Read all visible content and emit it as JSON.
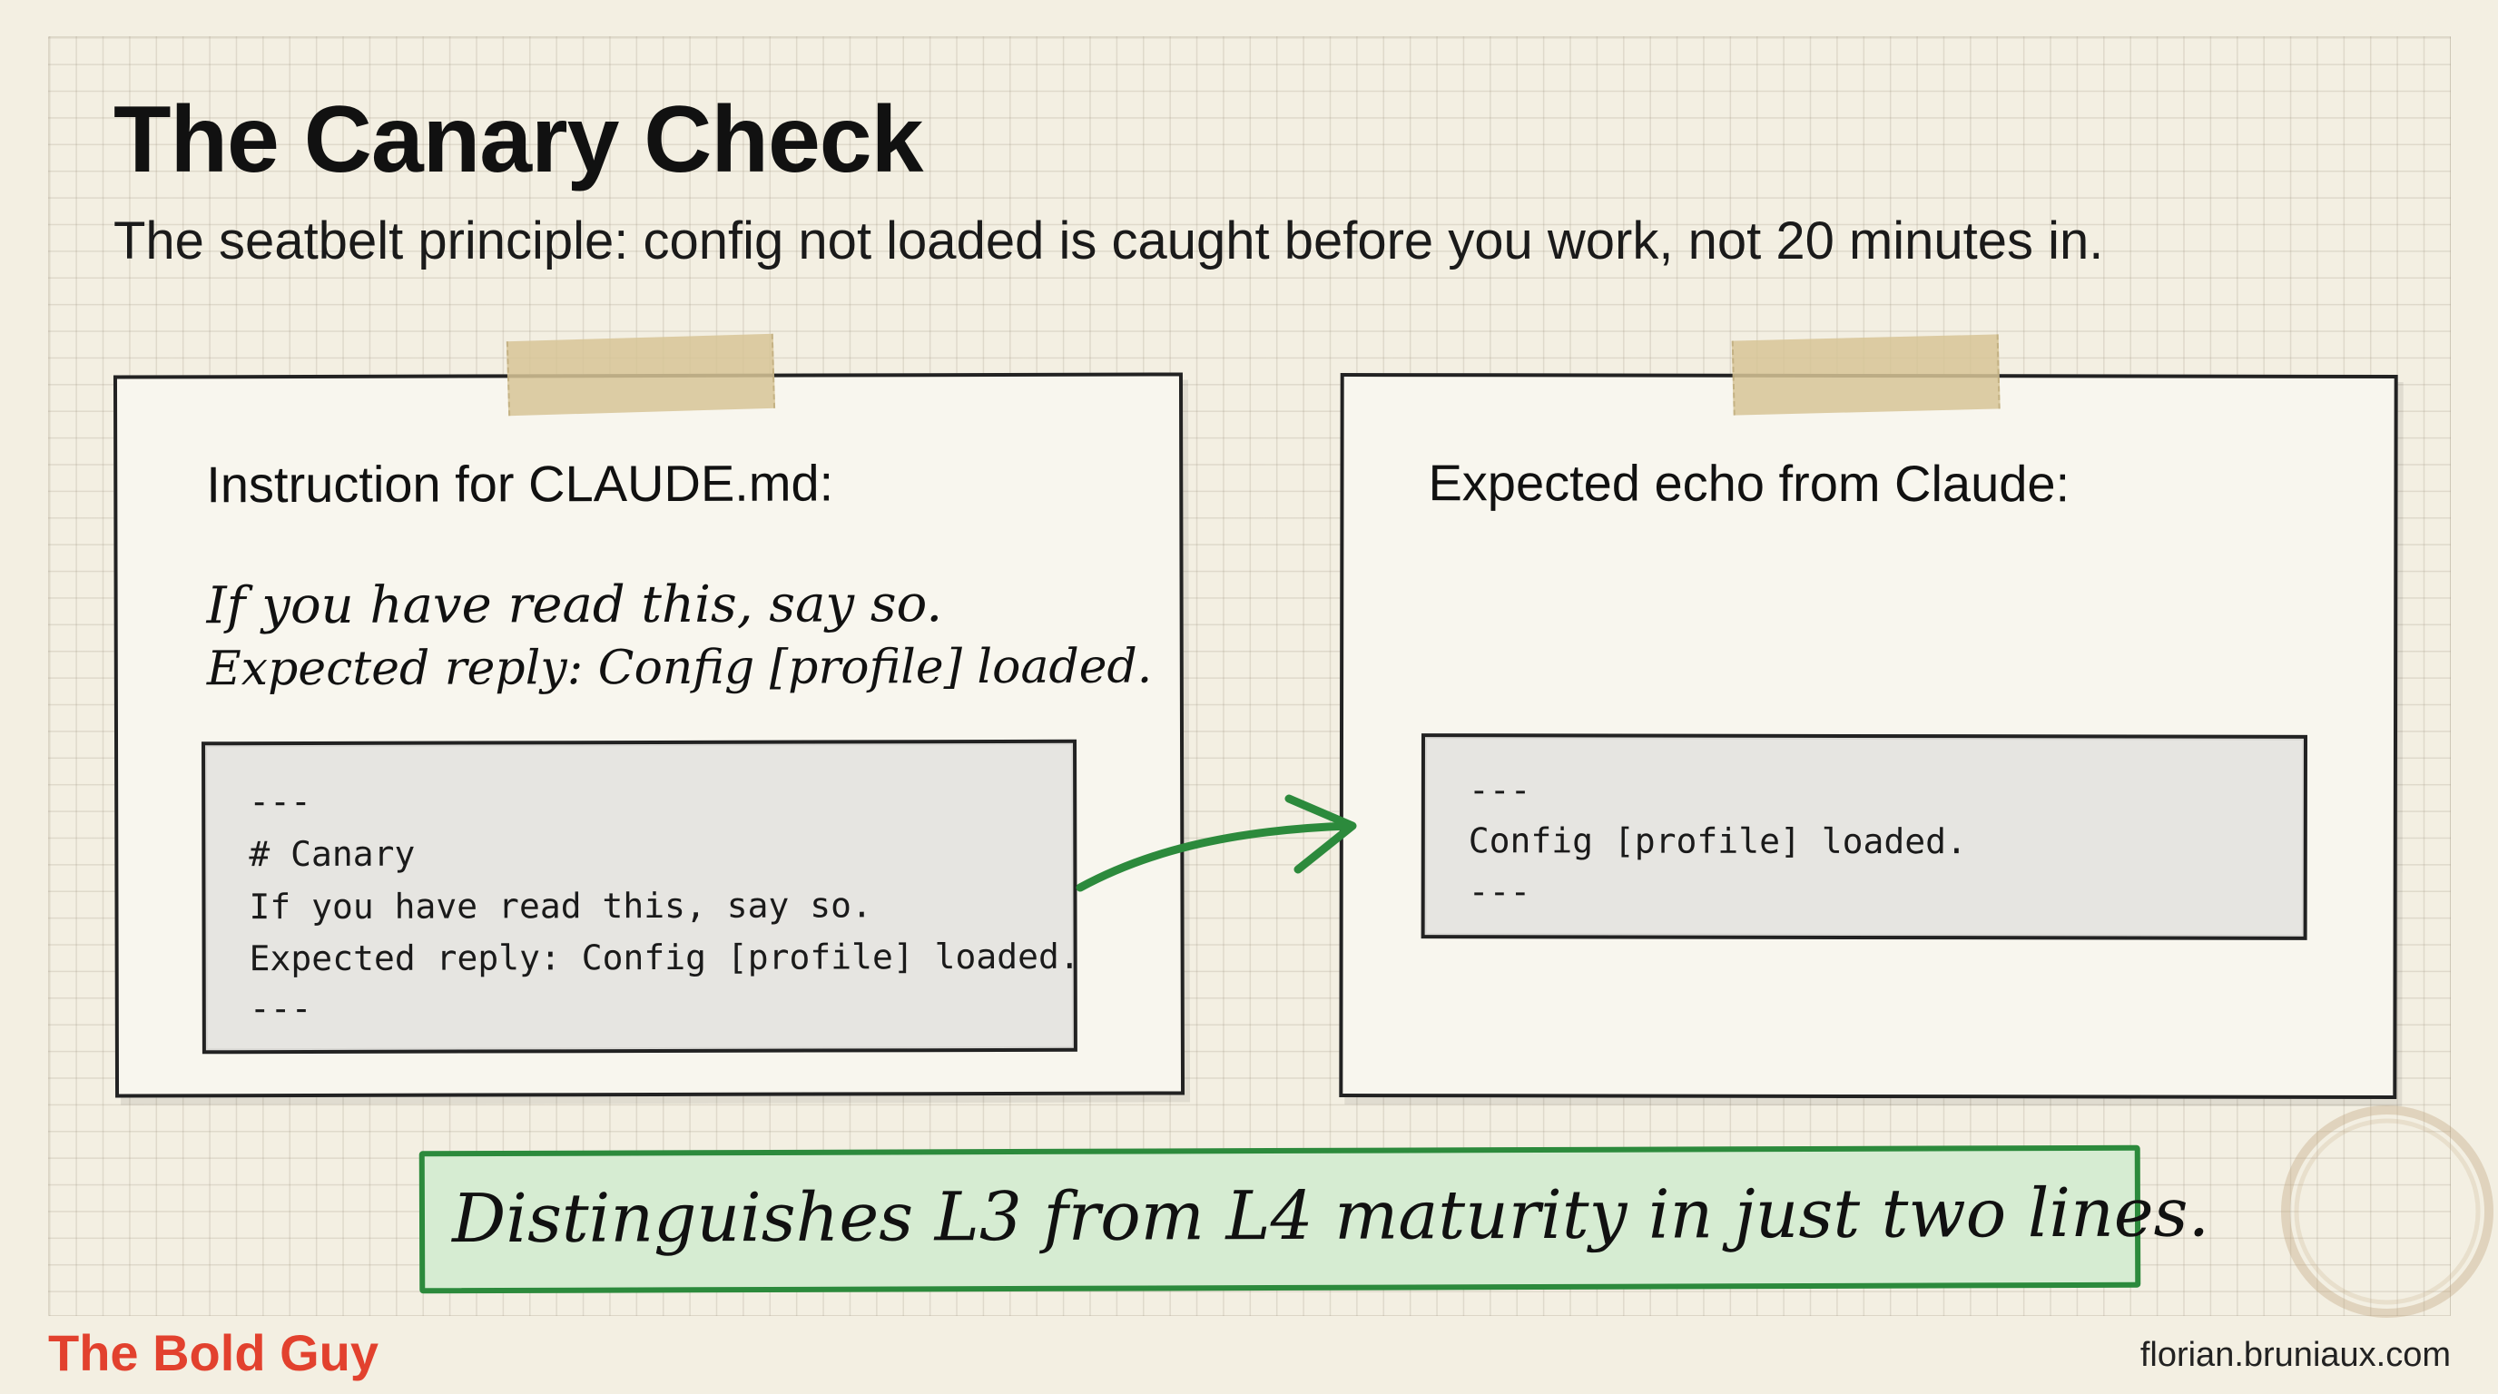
{
  "slide": {
    "title": "The Canary Check",
    "subtitle": "The seatbelt principle: config not loaded is caught before you work, not 20 minutes in."
  },
  "left_card": {
    "heading": "Instruction for CLAUDE.md:",
    "handwritten": [
      "If you have read this, say so.",
      "Expected reply: Config [profile] loaded."
    ],
    "code_lines": [
      "---",
      "# Canary",
      "If you have read this, say so.",
      "Expected reply: Config [profile] loaded.",
      "---"
    ]
  },
  "right_card": {
    "heading": "Expected echo from Claude:",
    "code_lines": [
      "---",
      "Config [profile] loaded.",
      "---"
    ]
  },
  "banner": {
    "text": "Distinguishes L3 from L4 maturity in just two lines."
  },
  "footer": {
    "brand": "The Bold Guy",
    "site": "florian.bruniaux.com"
  },
  "colors": {
    "background": "#f3efe2",
    "brand_red": "#e2412e",
    "banner_green": "#2c8a3c",
    "banner_fill": "#d6ecd2",
    "code_fill": "#e6e5e1"
  },
  "icons": {
    "arrow": "curved-right-arrow-icon",
    "coffee_stain": "coffee-ring-stain"
  }
}
